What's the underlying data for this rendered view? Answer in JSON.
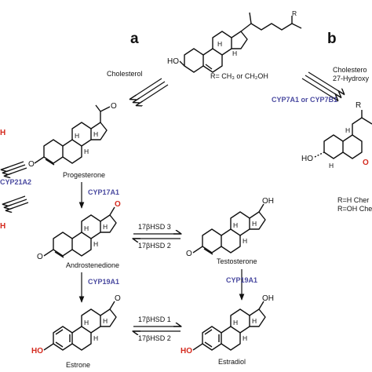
{
  "panels": {
    "a": "a",
    "b": "b"
  },
  "labels": {
    "cholesterol_arrow": "Cholesterol",
    "r_def": "R= CH₃ or CH₂OH",
    "progesterone": "Progesterone",
    "androstenedione": "Androstenedione",
    "testosterone": "Testosterone",
    "estrone": "Estrone",
    "estradiol": "Estradiol",
    "b_line1": "Cholestero",
    "b_line2": "27-Hydroxy",
    "b_rh": "R=H Cher",
    "b_roh": "R=OH Che",
    "left_h": "H",
    "left_h2": "H"
  },
  "enzymes": {
    "cyp17a1": "CYP17A1",
    "cyp19a1_left": "CYP19A1",
    "cyp19a1_right": "CYP19A1",
    "cyp21a2": "CYP21A2",
    "cyp7": "CYP7A1 or CYP7B1"
  },
  "hsd": {
    "top1": "17βHSD 3",
    "top2": "17βHSD 2",
    "bot1": "17βHSD 1",
    "bot2": "17βHSD 2"
  },
  "atoms": {
    "O": "O",
    "HO": "HO",
    "OH": "OH",
    "H": "H",
    "R": "R"
  },
  "colors": {
    "enzyme": "#4a4aa0",
    "highlight": "#d42a1e",
    "ink": "#111111"
  }
}
